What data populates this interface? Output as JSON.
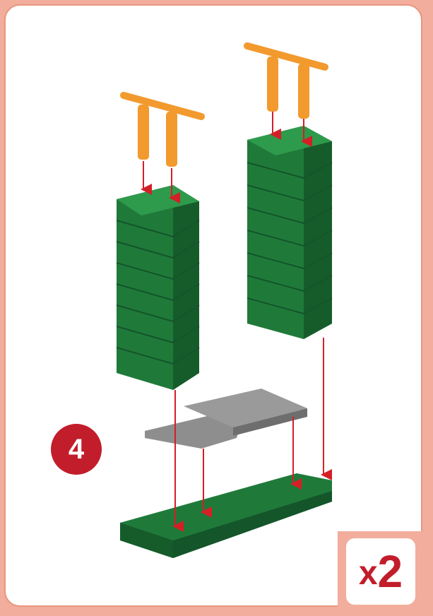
{
  "step": {
    "number": "4"
  },
  "multiplier": {
    "prefix": "x",
    "count": "2"
  },
  "colors": {
    "background": "#f2ad9c",
    "card": "#ffffff",
    "accent": "#c21d2b",
    "brick_green": "#1f7a3a",
    "plate_gray": "#8e8e8e",
    "connector_orange": "#f29a2e",
    "arrow": "#d41f26"
  }
}
